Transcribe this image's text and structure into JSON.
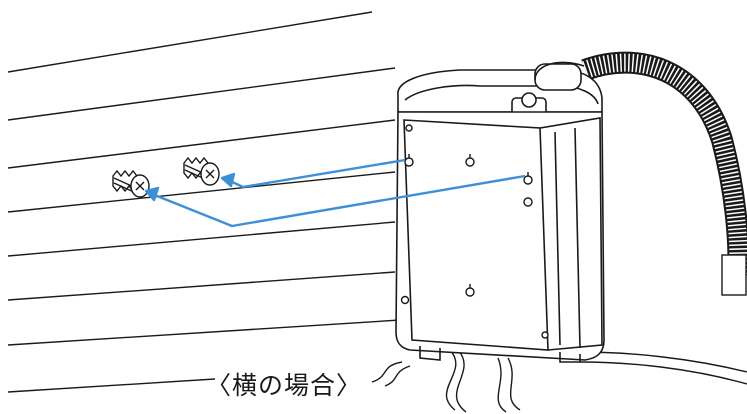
{
  "caption": "〈横の場合〉",
  "colors": {
    "line": "#1a1a1a",
    "arrow": "#3d8fd6",
    "fill": "#ffffff"
  },
  "illustration": {
    "wall": "horizontal-plank-wall",
    "device": "wall-mounted-unit-with-flexible-hose",
    "screws": 2,
    "arrows": 2,
    "keyhole_slots": 5
  }
}
